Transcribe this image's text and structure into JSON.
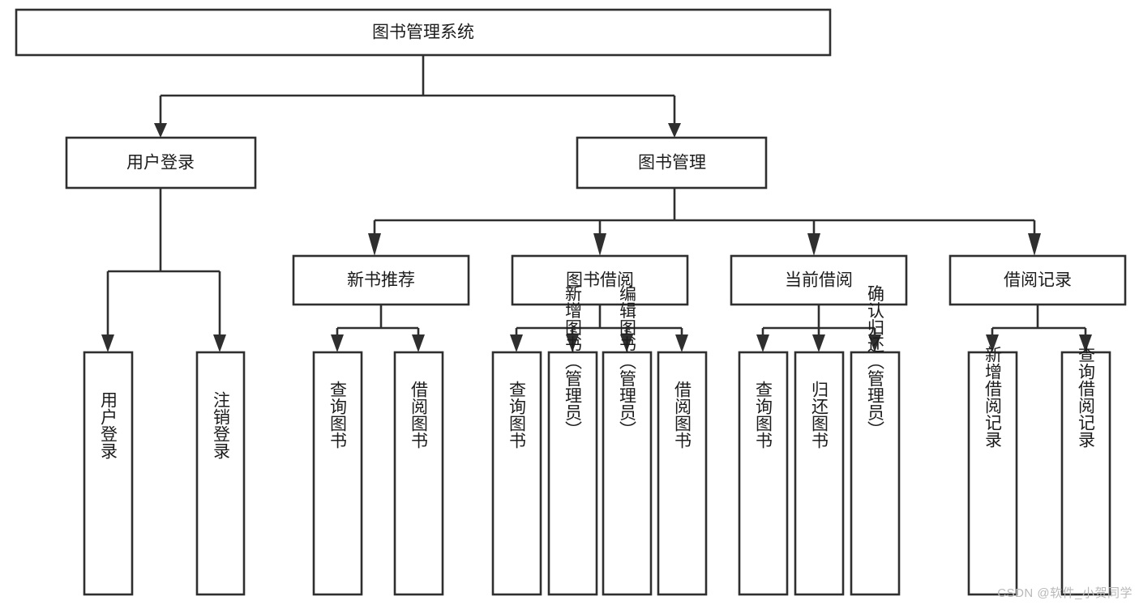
{
  "diagram": {
    "title": "图书管理系统",
    "type": "hierarchy-tree",
    "watermark": "CSDN @软件_小贺同学",
    "colors": {
      "box_stroke": "#2f2f2f",
      "box_fill": "#ffffff",
      "text": "#1c1c1c",
      "watermark": "#b9b9b9"
    },
    "root": {
      "label": "图书管理系统"
    },
    "level2": [
      {
        "label": "用户登录"
      },
      {
        "label": "图书管理"
      }
    ],
    "level3": [
      {
        "label": "新书推荐"
      },
      {
        "label": "图书借阅"
      },
      {
        "label": "当前借阅"
      },
      {
        "label": "借阅记录"
      }
    ],
    "leaves": {
      "user_login": [
        {
          "label": "用户登录"
        },
        {
          "label": "注销登录"
        }
      ],
      "new_book": [
        {
          "label": "查询图书"
        },
        {
          "label": "借阅图书"
        }
      ],
      "book_borrow": [
        {
          "label": "查询图书"
        },
        {
          "label": "新增图书（管理员）"
        },
        {
          "label": "编辑图书（管理员）"
        },
        {
          "label": "借阅图书"
        }
      ],
      "current_borrow": [
        {
          "label": "查询图书"
        },
        {
          "label": "归还图书"
        },
        {
          "label": "确认归还（管理员）"
        }
      ],
      "borrow_record": [
        {
          "label": "新增借阅记录"
        },
        {
          "label": "查询借阅记录"
        }
      ]
    }
  }
}
